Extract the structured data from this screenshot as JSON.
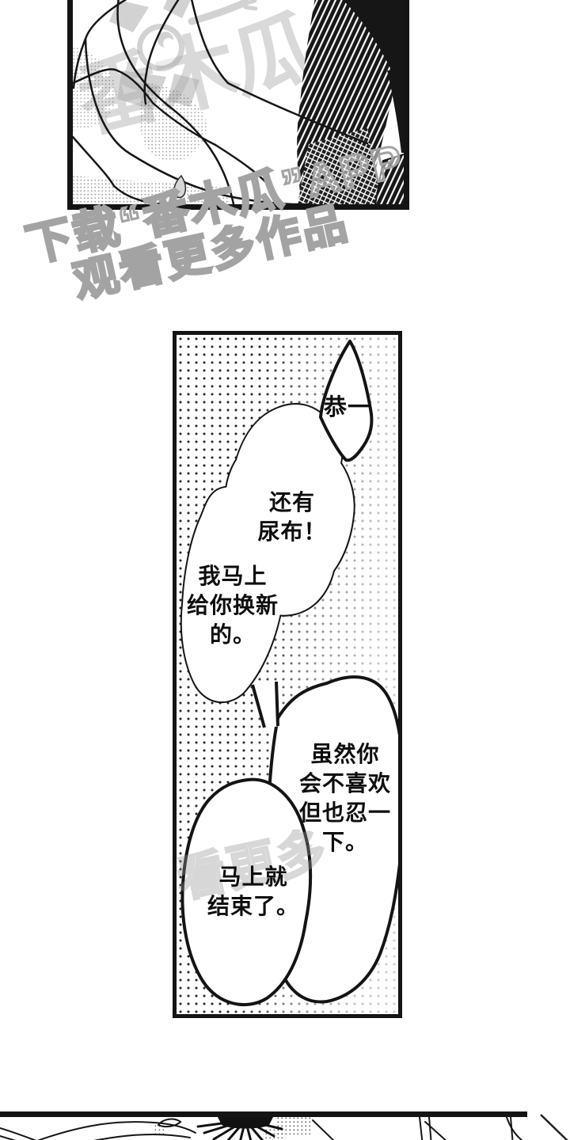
{
  "page": {
    "type": "manga-reader-page",
    "background": "#ffffff",
    "ink_color": "#161616"
  },
  "watermark": {
    "line1": "下载“番木瓜”APP",
    "line2": "观看更多作品",
    "logo_text": "番木瓜",
    "faint_fragment": "看更多",
    "color": "#a7a7a7"
  },
  "panels": {
    "middle": {
      "bubbles": {
        "call": {
          "lines": [
            "恭一"
          ]
        },
        "diaper": {
          "lines": [
            "还有",
            "尿布！"
          ]
        },
        "change": {
          "lines": [
            "我马上",
            "给你换新",
            "的。"
          ]
        },
        "endure": {
          "lines": [
            "虽然你",
            "会不喜欢",
            "但也忍一",
            "下。"
          ]
        },
        "soon": {
          "lines": [
            "马上就",
            "结束了。"
          ]
        }
      }
    }
  }
}
